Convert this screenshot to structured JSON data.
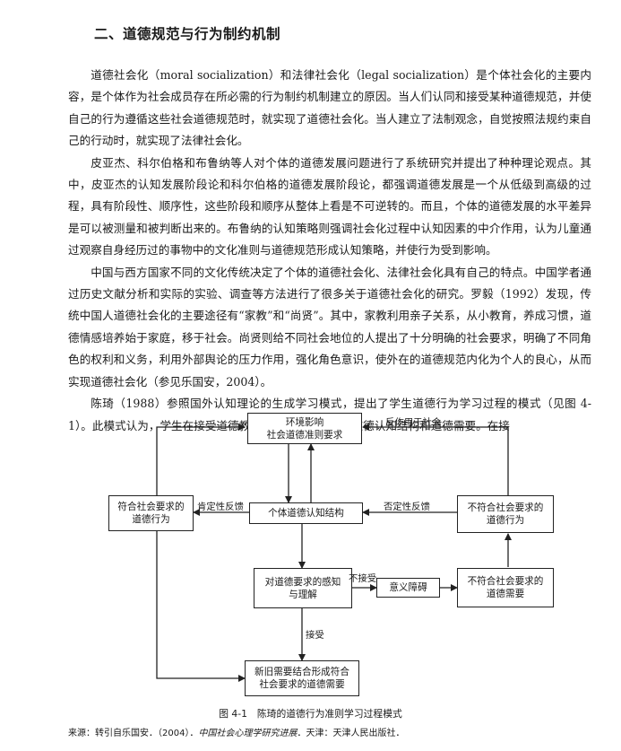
{
  "section_heading": "二、道德规范与行为制约机制",
  "paragraphs": [
    "道德社会化（moral socialization）和法律社会化（legal socialization）是个体社会化的主要内容，是个体作为社会成员存在所必需的行为制约机制建立的原因。当人们认同和接受某种道德规范，并使自己的行为遵循这些社会道德规范时，就实现了道德社会化。当人建立了法制观念，自觉按照法规约束自己的行动时，就实现了法律社会化。",
    "皮亚杰、科尔伯格和布鲁纳等人对个体的道德发展问题进行了系统研究并提出了种种理论观点。其中，皮亚杰的认知发展阶段论和科尔伯格的道德发展阶段论，都强调道德发展是一个从低级到高级的过程，具有阶段性、顺序性，这些阶段和顺序从整体上看是不可逆转的。而且，个体的道德发展的水平差异是可以被测量和被判断出来的。布鲁纳的认知策略则强调社会化过程中认知因素的中介作用，认为儿童通过观察自身经历过的事物中的文化准则与道德规范形成认知策略，并使行为受到影响。",
    "中国与西方国家不同的文化传统决定了个体的道德社会化、法律社会化具有自己的特点。中国学者通过历史文献分析和实际的实验、调查等方法进行了很多关于道德社会化的研究。罗毅（1992）发现，传统中国人道德社会化的主要途径有“家教”和“尚贤”。其中，家教利用亲子关系，从小教育，养成习惯，道德情感培养始于家庭，移于社会。尚贤则给不同社会地位的人提出了十分明确的社会要求，明确了不同角色的权利和义务，利用外部舆论的压力作用，强化角色意识，使外在的道德规范内化为个人的良心，从而实现道德社会化（参见乐国安，2004）。",
    "陈琦（1988）参照国外认知理论的生成学习模式，提出了学生道德行为学习过程的模式（见图 4-1）。此模式认为，学生在接受道德教育之前，具有不同的道德认知结构和道德需要。在接"
  ],
  "diagram": {
    "boxes": {
      "env": "环境影响\n社会道德准则要求",
      "conform_behavior": "符合社会要求的\n道德行为",
      "cognitive": "个体道德认知结构",
      "nonconform_behavior": "不符合社会要求的\n道德行为",
      "perceive": "对道德要求的感知\n与理解",
      "barrier": "意义障碍",
      "nonconform_need": "不符合社会要求的\n道德需要",
      "combine": "新旧需要结合形成符合\n社会要求的道德需要"
    },
    "labels": {
      "react": "反作用于社会",
      "positive": "肯定性反馈",
      "negative": "否定性反馈",
      "not_accept": "不接受",
      "accept": "接受"
    }
  },
  "caption": "图 4-1　陈琦的道德行为准则学习过程模式",
  "source": {
    "prefix": "来源：转引自乐国安．（2004）．",
    "italic": "中国社会心理学研究进展",
    "suffix": "．天津：天津人民出版社．"
  }
}
